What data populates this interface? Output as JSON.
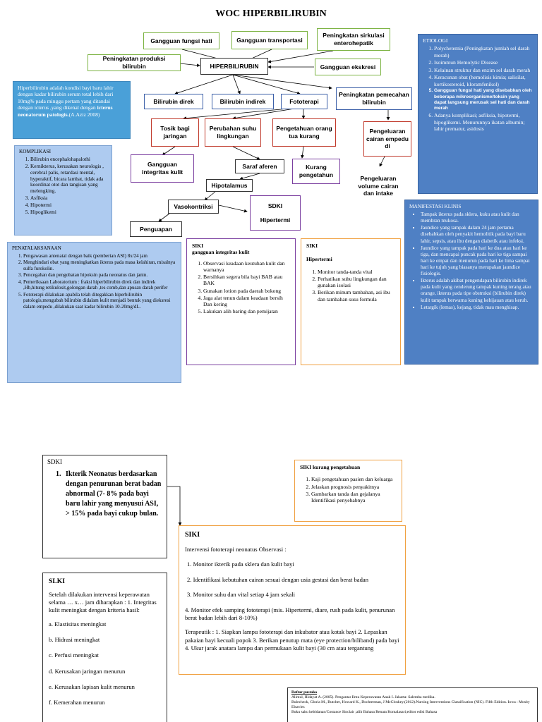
{
  "title": "WOC HIPERBILIRUBIN",
  "nodes": {
    "gangguan_fungsi_hati": "Gangguan fungsi hati",
    "gangguan_transportasi": "Gangguan transportasi",
    "peningkatan_sirkulasi": "Peningkatan sirkulasi enterohepatik",
    "peningkatan_produksi": "Peningkatan produksi bilirubin",
    "hiperbilirubin": "HIPERBILIRUBIN",
    "gangguan_ekskresi": "Gangguan ekskresi",
    "bilirubin_direk": "Bilirubin direk",
    "bilirubin_indirek": "Bilirubin indirek",
    "fototerapi": "Fototerapi",
    "peningkatan_pemecahan": "Peningkatan pemecahan bilirubin",
    "tosik_bagi_jaringan": "Tosik bagi jaringan",
    "perubahan_suhu": "Perubahan suhu lingkungan",
    "pengetahuan_kurang": "Pengetahuan orang tua kurang",
    "pengeluaran_cairan": "Pengeluaran cairan empedu di",
    "gangguan_integritas": "Gangguan integritas kulit",
    "saraf_aferen": "Saraf aferen",
    "kurang_pengetahun": "Kurang pengetahun",
    "pengeluaran_volume": "Pengeluaran volume cairan dan intake",
    "hipotalamus": "Hipotalamus",
    "vasokontriksi": "Vasokontriksi",
    "sdki_hipertermi_label": "SDKI",
    "sdki_hipertermi_value": "Hipertermi",
    "penguapan": "Penguapan"
  },
  "definition": {
    "text": "Hiperbilirubin adalah kondisi bayi baru lahir dengan kadar bilirubin serum total lebih dari 10mg% pada minggu pertam yang ditandai dengan icterus ,yang dikenal dengan",
    "bold": "icterus neonatorum patologis.",
    "citation": "(A.Aziz 2008)"
  },
  "komplikasi": {
    "heading": "KOMPLIKASI",
    "items": [
      "Bilirubin encephalohapalothi",
      "Kernikterus, kerusakan neurologis , cerebral palis, retardasi mental, hyperaktif, bicara lambat, tidak ada koordinat otot dan tangisan yang melengking.",
      "Asfiksia",
      "Hipotermi",
      "Hipoglikemi"
    ]
  },
  "etiologi": {
    "heading": "ETIOLOGI",
    "items": [
      "Polychetemia (Peningkatan jumlah sel darah merah)",
      "Isoimmun Hemolytic Disease",
      "Kelainan struktur dan enzim sel darah merah",
      "Keracunan obat (hemolisis kimia; salisilat, kortikosteroid, kloramfenikol)",
      "Gangguan fungsi hati yang disebabkan oleh beberapa mikroorganisme/toksin yang dapat langsung merusak sel hati dan darah merah",
      "Adanya komplikasi; asfiksia, hipotermi, hipoglikemi. Menurunnya ikatan albumin; lahir prematur, asidosis"
    ]
  },
  "manifestasi": {
    "heading": "MANIFESTASI KLINIS",
    "items": [
      "Tampak ikterus pada sklera, kuku atau kulit dan membran mukosa.",
      "Jaundice yang tampak dalam 24 jam pertama disebabkan oleh penyakit hemolitik pada bayi baru lahir, sepsis, atau ibu dengan diabetik atau infeksi.",
      "Jaundice yang tampak pada hari ke dua atau hari ke tiga, dan mencapai puncak pada hari ke tiga sampai hari ke empat dan menurun pada hari ke lima sampai hari ke tujuh yang biasanya merupakan jaundice fisiologis.",
      "Ikterus adalah akibat pengendapan bilirubin indirek pada kulit yang cenderung tampak kuning terang atau orange, ikterus pada tipe obstruksi (bilirubin direk) kulit tampak berwarna kuning kehijauan atau keruh.",
      "Letargik (lemas), kejang, tidak mau menghisap."
    ]
  },
  "penatalaksanaan": {
    "heading": "PENATALAKSANAAN",
    "items": [
      "Pengawasan antenatal dengan baik (pemberian ASI) 8x/24 jam",
      "Menghindari obat yang meningkatkan ikterus pada masa kelahiran, misalnya sulfa furokolin.",
      "Pencegahan dan pengobatan hipoksin pada neonatus dan janin.",
      "Pemeriksaan Laboratorium : fraksi hiperbilirubin direk dan indirek ,Hb,hitung retikulosit,golongan darah ,tes comb,dan apusan darah perifer",
      "Fototerapi dilakukan apabila telah ditegakkan hiperbilirubin patologis,mengubah bilirubin didalam kulit menjadi bentuk yang dieksresi dalam empedu ,dilakukan saat kadar bilirubin 10-20mg/dL."
    ]
  },
  "siki_integritas": {
    "heading": "SIKI",
    "subheading": "gangguan integritas kulit",
    "items": [
      "Observasi keadaan keutuhan kulit dan warnanya",
      "Bersihkan segera bila bayi BAB atau BAK",
      "Gunakan lotion pada daerah bokong",
      "Jaga alat tenun dalam keadaan bersih Dan kering",
      "Lakukan alih baring dan pemijatan"
    ]
  },
  "siki_hipertermi": {
    "heading": "SIKI",
    "subheading": "Hipertermi",
    "items": [
      "Monitor tanda-tanda vital",
      "Perhatikan suhu lingkungan dan gunakan isolasi",
      "Berikan minum tambahan, asi ibu dan tambahan susu formula"
    ]
  },
  "sdki_ikterik": {
    "heading": "SDKI",
    "text": "Ikterik Neonatus berdasarkan dengan penurunan berat badan abnormal (7- 8% pada bayi baru lahir yang menyusui ASI, > 15% pada bayi cukup bulan."
  },
  "siki_pengetahuan": {
    "heading": "SIKI kurang pengetahuan",
    "items": [
      "Kaji pengetahuan pasien dan keluarga",
      "Jelaskan prognosis penyakitnya",
      "Gambarkan tanda dan gejalanya Identifikasi penyebabnya"
    ]
  },
  "siki_fototerapi": {
    "heading": "SIKI",
    "intro": "Intervensi fototerapi neonatus Observasi :",
    "items": [
      "1. Monitor ikterik pada sklera dan kulit bayi",
      "2. Identifikasi kebutuhan cairan sesuai dengan usia gestasi dan berat badan",
      "3. Monitor suhu dan vital setiap 4 jam sekali",
      "4. Monitor efek samping fototerapi (mis. Hipertermi, diare, rush pada kulit, penurunan berat badan lebih dari 8-10%)",
      "Terapeutik : 1. Siapkan lampu fototerapi dan inkubator atau kotak bayi 2. Lepaskan pakaian bayi kecuali popok 3. Berikan penutup mata (eye protection/biliband) pada bayi 4. Ukur jarak anatara lampu dan permukaan kulit bayi (30 cm atau tergantung"
    ]
  },
  "slki": {
    "heading": "SLKI",
    "intro": "Setelah dilakukan intervensi keperawatan selama … x… jam diharapkan : 1. Integritas kulit meningkat dengan kriteria hasil:",
    "items": [
      "a. Elastisitas meningkat",
      "b. Hidrasi meningkat",
      "c. Perfusi meningkat",
      "d. Kerusakan jaringan menurun",
      "e. Kerusakan lapisan kulit menurun",
      "f. Kemerahan menurun"
    ]
  },
  "pustaka": {
    "heading": "Daftar pustaka",
    "lines": [
      "Alimul, Hidayat A. (2005). Pengantar Ilmu Keperawatan Anak I. Jakarta: Salemba medika.",
      "Bulecheck, Gloria M., Butcher, Howard K., Dochterman, J McCloskey.(2012).Nursing Interventions Classification (NIC). Fifth Edition. Iowa : Mosby Elsavier.",
      "Buku saku kebidanan/Costance Sinclair ;alih Bahasa Renata Komalasari;editor edisi Bahasa"
    ]
  }
}
